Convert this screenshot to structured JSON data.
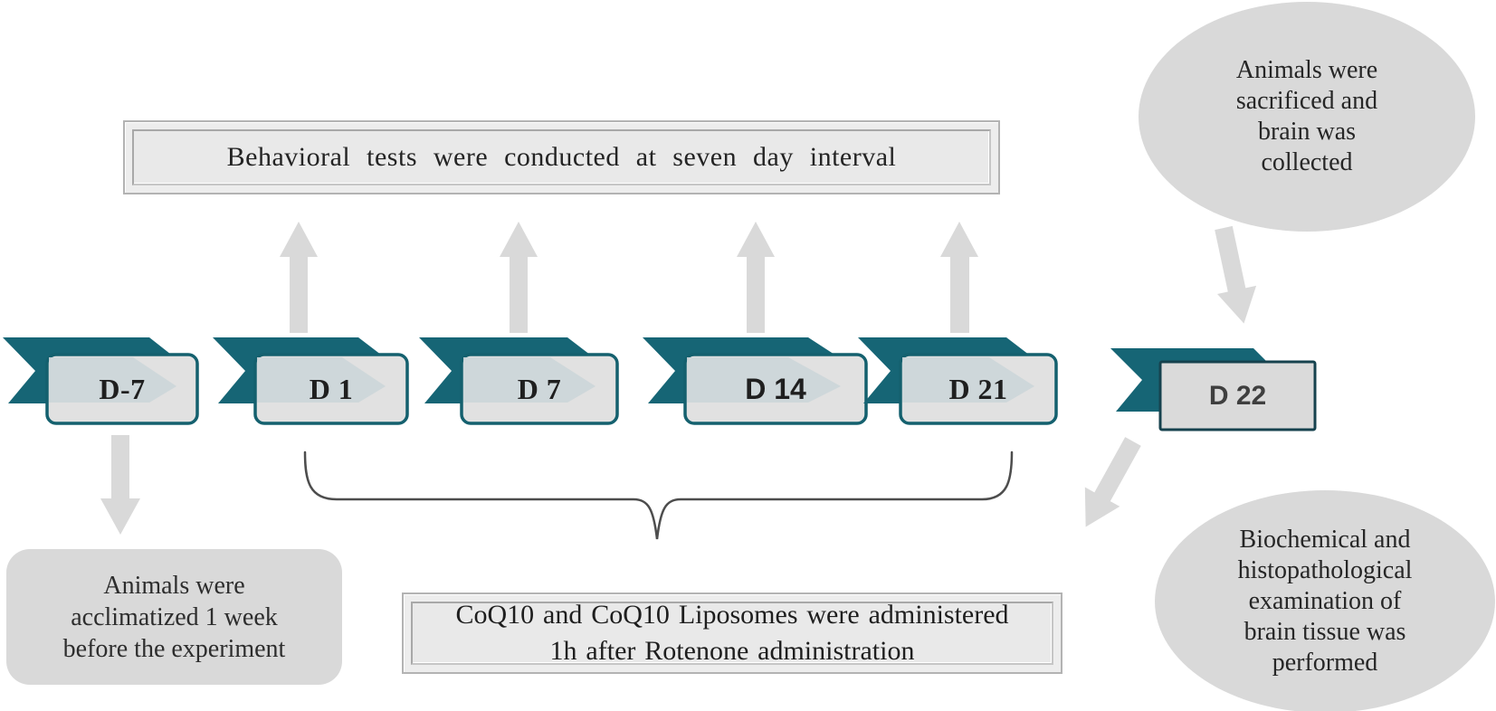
{
  "colors": {
    "teal": "#166575",
    "teal_dark": "#14606e",
    "teal_darkest": "#16424e",
    "gray_fill": "#d9d9d9",
    "gray_arrow": "#d9d9d9",
    "chevron": "#ccd6d9",
    "brace": "#4d4d4d",
    "text": "#262626"
  },
  "banners": {
    "behavioral": "Behavioral tests were conducted at seven day interval",
    "dosing": "CoQ10 and CoQ10 Liposomes were  administered\n1h after Rotenone administration"
  },
  "timeline": {
    "days": [
      {
        "label": "D-7"
      },
      {
        "label": "D 1"
      },
      {
        "label": "D 7"
      },
      {
        "label": "D 14"
      },
      {
        "label": "D 21"
      },
      {
        "label": "D 22"
      }
    ]
  },
  "notes": {
    "acclimatization": "Animals were\nacclimatized 1 week\nbefore the experiment",
    "sacrifice": "Animals were\nsacrificed and\nbrain was\ncollected",
    "examination": "Biochemical and\nhistopathological\nexamination of\nbrain tissue was\nperformed"
  }
}
